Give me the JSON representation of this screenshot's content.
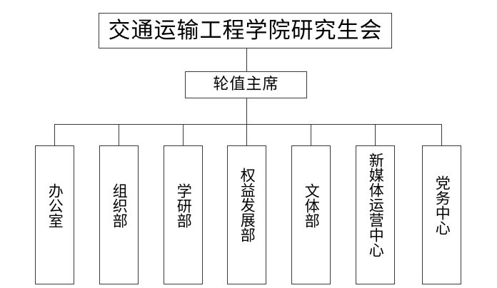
{
  "chart_data": {
    "type": "diagram",
    "diagram_kind": "organization-chart",
    "title": "交通运输工程学院研究生会",
    "orientation": "top-down",
    "levels": 3,
    "nodes": [
      {
        "id": "root",
        "label": "交通运输工程学院研究生会",
        "level": 0,
        "text_direction": "horizontal"
      },
      {
        "id": "chair",
        "label": "轮值主席",
        "level": 1,
        "text_direction": "horizontal"
      },
      {
        "id": "dept1",
        "label": "办公室",
        "level": 2,
        "text_direction": "vertical"
      },
      {
        "id": "dept2",
        "label": "组织部",
        "level": 2,
        "text_direction": "vertical"
      },
      {
        "id": "dept3",
        "label": "学研部",
        "level": 2,
        "text_direction": "vertical"
      },
      {
        "id": "dept4",
        "label": "权益发展部",
        "level": 2,
        "text_direction": "vertical"
      },
      {
        "id": "dept5",
        "label": "文体部",
        "level": 2,
        "text_direction": "vertical"
      },
      {
        "id": "dept6",
        "label": "新媒体运营中心",
        "level": 2,
        "text_direction": "vertical"
      },
      {
        "id": "dept7",
        "label": "党务中心",
        "level": 2,
        "text_direction": "vertical"
      }
    ],
    "edges": [
      {
        "from": "root",
        "to": "chair"
      },
      {
        "from": "chair",
        "to": "dept1"
      },
      {
        "from": "chair",
        "to": "dept2"
      },
      {
        "from": "chair",
        "to": "dept3"
      },
      {
        "from": "chair",
        "to": "dept4"
      },
      {
        "from": "chair",
        "to": "dept5"
      },
      {
        "from": "chair",
        "to": "dept6"
      },
      {
        "from": "chart",
        "to": "dept7"
      }
    ],
    "colors": {
      "background": "#ffffff",
      "border": "#3a3a3a",
      "text": "#000000",
      "connector": "#3a3a3a"
    }
  },
  "root": {
    "label": "交通运输工程学院研究生会"
  },
  "chair": {
    "label": "轮值主席"
  },
  "departments": [
    {
      "label": "办公室"
    },
    {
      "label": "组织部"
    },
    {
      "label": "学研部"
    },
    {
      "label": "权益发展部"
    },
    {
      "label": "文体部"
    },
    {
      "label": "新媒体运营中心"
    },
    {
      "label": "党务中心"
    }
  ]
}
